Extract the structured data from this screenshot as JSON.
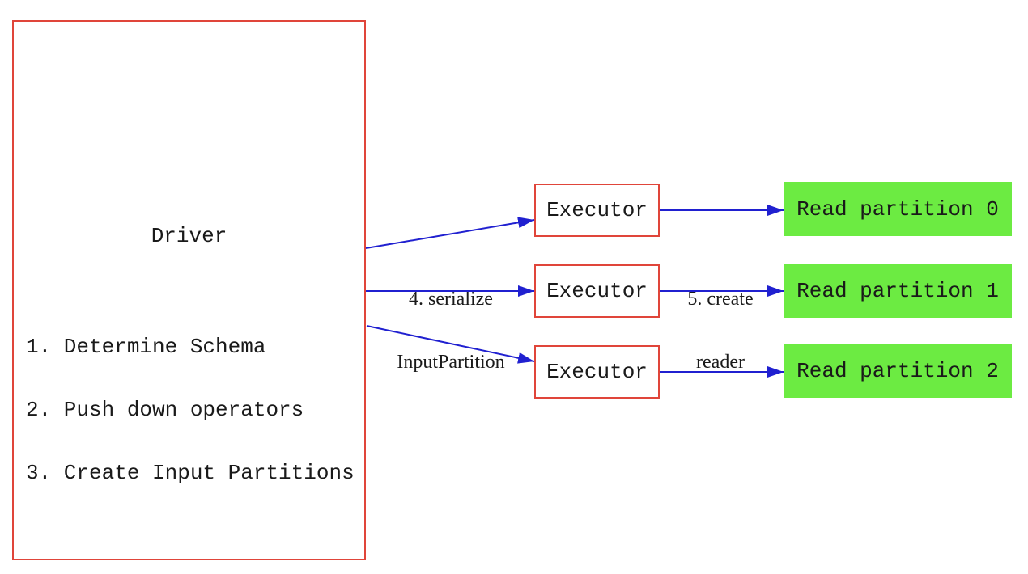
{
  "diagram": {
    "driver": {
      "title": "Driver",
      "steps": [
        "1. Determine Schema",
        "2. Push down operators",
        "3. Create Input Partitions"
      ]
    },
    "executors": [
      {
        "label": "Executor"
      },
      {
        "label": "Executor"
      },
      {
        "label": "Executor"
      }
    ],
    "partitions": [
      {
        "label": "Read partition 0"
      },
      {
        "label": "Read partition 1"
      },
      {
        "label": "Read partition 2"
      }
    ],
    "edge_labels": {
      "serialize": {
        "line1": "4. serialize",
        "line2": "InputPartition"
      },
      "create_reader": {
        "line1": "5. create",
        "line2": "reader"
      }
    },
    "colors": {
      "box_border": "#e0453a",
      "arrow": "#2020d0",
      "partition_fill": "#6ceb42",
      "text": "#1a1a1a"
    }
  }
}
